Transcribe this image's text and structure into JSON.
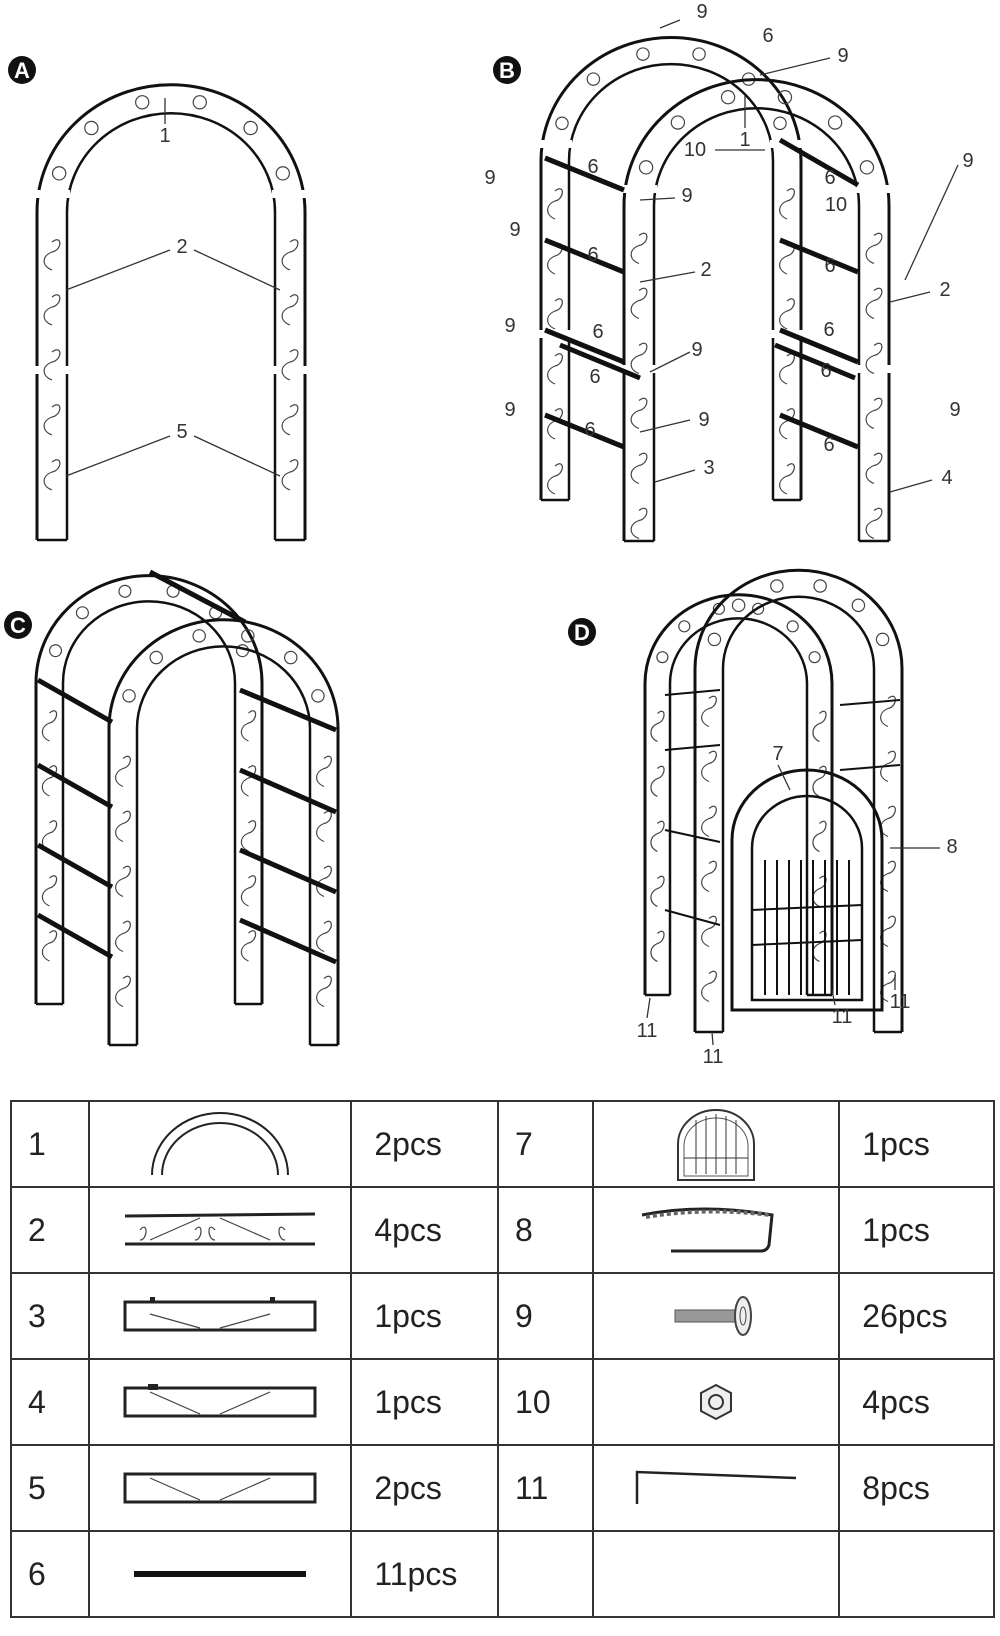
{
  "panels": {
    "A": {
      "letter": "A",
      "labels": [
        "1",
        "2",
        "5"
      ]
    },
    "B": {
      "letter": "B",
      "labels": [
        "9",
        "6",
        "9",
        "1",
        "10",
        "6",
        "9",
        "9",
        "6",
        "10",
        "9",
        "9",
        "6",
        "6",
        "2",
        "2",
        "9",
        "6",
        "6",
        "9",
        "6",
        "6",
        "9",
        "6",
        "9",
        "9",
        "6",
        "3",
        "4"
      ]
    },
    "C": {
      "letter": "C"
    },
    "D": {
      "letter": "D",
      "labels": [
        "7",
        "8",
        "11",
        "11",
        "11",
        "11"
      ]
    }
  },
  "parts_table": [
    {
      "left": {
        "num": "1",
        "icon": "arch-top-icon",
        "qty": "2pcs"
      },
      "right": {
        "num": "7",
        "icon": "gate-icon",
        "qty": "1pcs"
      }
    },
    {
      "left": {
        "num": "2",
        "icon": "scroll-panel-icon",
        "qty": "4pcs"
      },
      "right": {
        "num": "8",
        "icon": "chain-latch-icon",
        "qty": "1pcs"
      }
    },
    {
      "left": {
        "num": "3",
        "icon": "scroll-panel-hinged-icon",
        "qty": "1pcs"
      },
      "right": {
        "num": "9",
        "icon": "bolt-icon",
        "qty": "26pcs"
      }
    },
    {
      "left": {
        "num": "4",
        "icon": "scroll-panel-tab-icon",
        "qty": "1pcs"
      },
      "right": {
        "num": "10",
        "icon": "hex-nut-icon",
        "qty": "4pcs"
      }
    },
    {
      "left": {
        "num": "5",
        "icon": "scroll-panel-bottom-icon",
        "qty": "2pcs"
      },
      "right": {
        "num": "11",
        "icon": "ground-stake-icon",
        "qty": "8pcs"
      }
    },
    {
      "left": {
        "num": "6",
        "icon": "crossbar-icon",
        "qty": "11pcs"
      },
      "right": {
        "num": "",
        "icon": "",
        "qty": ""
      }
    }
  ]
}
